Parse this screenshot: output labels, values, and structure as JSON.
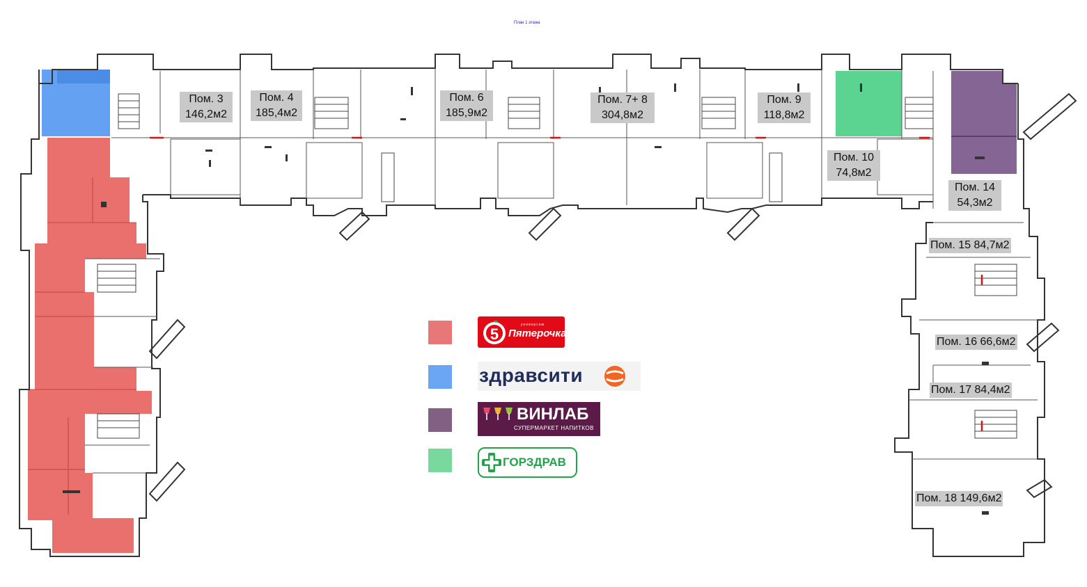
{
  "caption": "План 1 этажа",
  "colors": {
    "pyaterochka": "#e5504e",
    "zdravcity": "#4a90f0",
    "vinlab": "#6e4a80",
    "gorzdrav": "#3fcd7e"
  },
  "rooms": {
    "r3": {
      "line1": "Пом. 3",
      "line2": "146,2м2"
    },
    "r4": {
      "line1": "Пом. 4",
      "line2": "185,4м2"
    },
    "r6": {
      "line1": "Пом. 6",
      "line2": "185,9м2"
    },
    "r78": {
      "line1": "Пом. 7+ 8",
      "line2": "304,8м2"
    },
    "r9": {
      "line1": "Пом. 9",
      "line2": "118,8м2"
    },
    "r10": {
      "line1": "Пом. 10",
      "line2": "74,8м2"
    },
    "r14": {
      "line1": "Пом. 14",
      "line2": "54,3м2"
    },
    "r15": {
      "text": "Пом. 15 84,7м2"
    },
    "r16": {
      "text": "Пом. 16 66,6м2"
    },
    "r17": {
      "text": "Пом. 17 84,4м2"
    },
    "r18": {
      "text": "Пом. 18 149,6м2"
    }
  },
  "legend": {
    "pyaterochka": {
      "brand": "Пятерочка",
      "tagline": "универсам",
      "icon": "five-apple-icon"
    },
    "zdravcity": {
      "brand": "здравсити",
      "icon": "orange-swirl-icon"
    },
    "vinlab": {
      "brand": "ВИНЛАБ",
      "tagline": "СУПЕРМАРКЕТ НАПИТКОВ",
      "icon": "wine-glasses-icon"
    },
    "gorzdrav": {
      "brand": "ГОРЗДРАВ",
      "icon": "green-cross-icon"
    }
  }
}
